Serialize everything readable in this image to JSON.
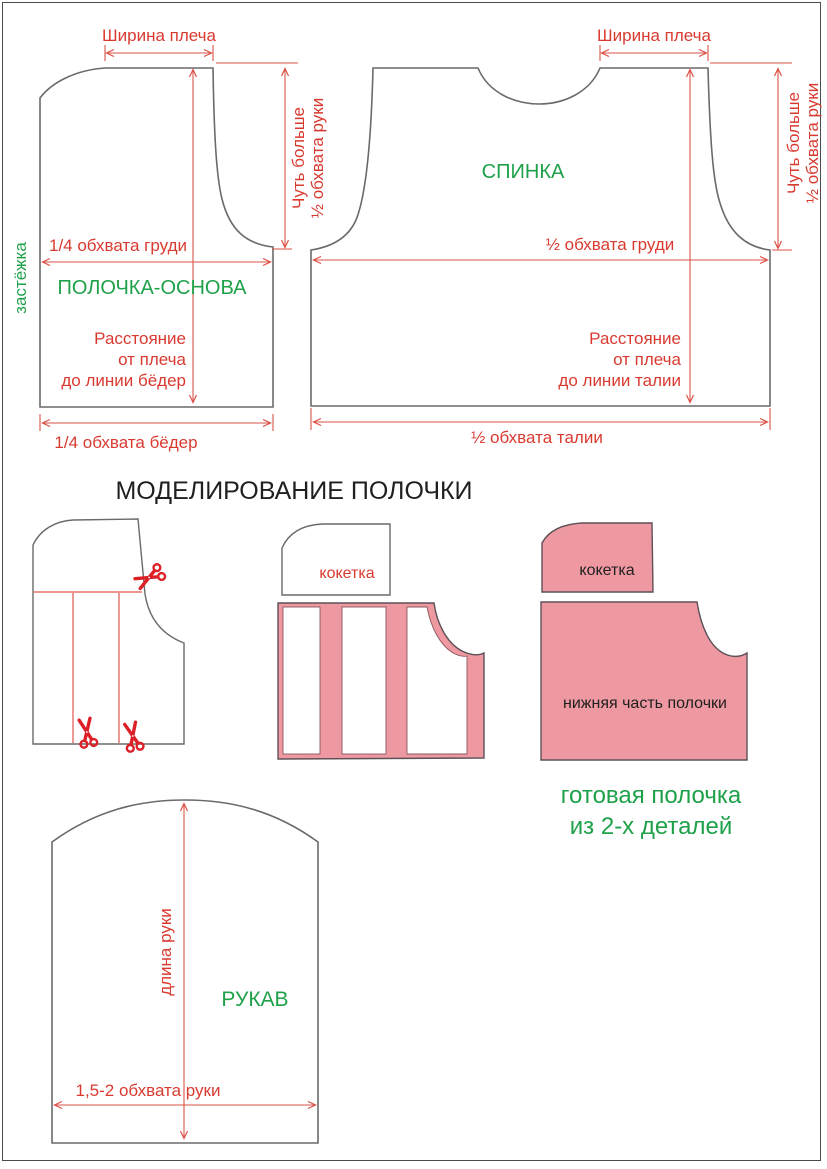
{
  "colors": {
    "red_text": "#d93a30",
    "dim_line": "#dc5247",
    "green_text": "#1fa14a",
    "black_text": "#1f1f1f",
    "pattern_outline": "#6a6a6a",
    "pink_fill": "#ee99a2",
    "pink_stroke": "#5d5158",
    "scissors_red": "#dd2027"
  },
  "icons": {
    "scissors": "✂"
  },
  "front": {
    "shoulder_width": "Ширина плеча",
    "armhole_line1": "Чуть больше",
    "armhole_line2": "½ обхвата руки",
    "chest": "1/4 обхвата груди",
    "name": "ПОЛОЧКА-ОСНОВА",
    "length_line1": "Расстояние",
    "length_line2": "от плеча",
    "length_line3": "до линии бёдер",
    "hips": "1/4 обхвата бёдер",
    "fastener": "застёжка"
  },
  "back": {
    "shoulder_width": "Ширина плеча",
    "name": "СПИНКА",
    "armhole_line1": "Чуть больше",
    "armhole_line2": "½ обхвата руки",
    "chest": "½ обхвата груди",
    "length_line1": "Расстояние",
    "length_line2": "от плеча",
    "length_line3": "до линии талии",
    "waist": "½ обхвата талии"
  },
  "modeling": {
    "title": "МОДЕЛИРОВАНИЕ ПОЛОЧКИ",
    "yoke_step2": "кокетка",
    "yoke_step3": "кокетка",
    "lower_part": "нижняя часть полочки",
    "caption_line1": "готовая полочка",
    "caption_line2": "из 2-х деталей"
  },
  "sleeve": {
    "name": "РУКАВ",
    "arm_length": "длина руки",
    "width": "1,5-2 обхвата руки"
  }
}
